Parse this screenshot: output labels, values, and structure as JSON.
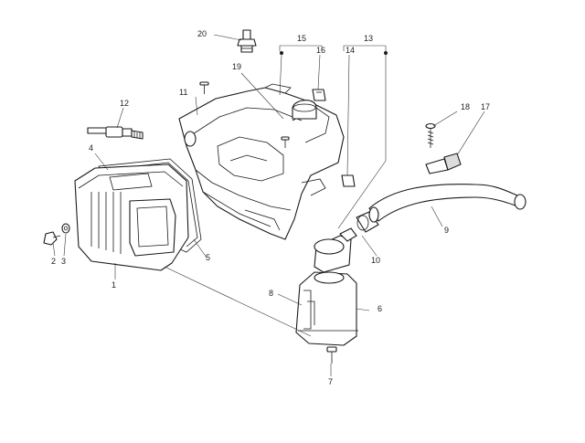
{
  "diagram": {
    "line_color": "#1a1a1a",
    "background": "#ffffff",
    "labels": {
      "c1": "1",
      "c2": "2",
      "c3": "3",
      "c4": "4",
      "c5": "5",
      "c6": "6",
      "c7": "7",
      "c8": "8",
      "c9": "9",
      "c10": "10",
      "c11": "11",
      "c12": "12",
      "c13": "13",
      "c14": "14",
      "c15": "15",
      "c16": "16",
      "c17": "17",
      "c18": "18",
      "c19": "19",
      "c20": "20"
    }
  }
}
